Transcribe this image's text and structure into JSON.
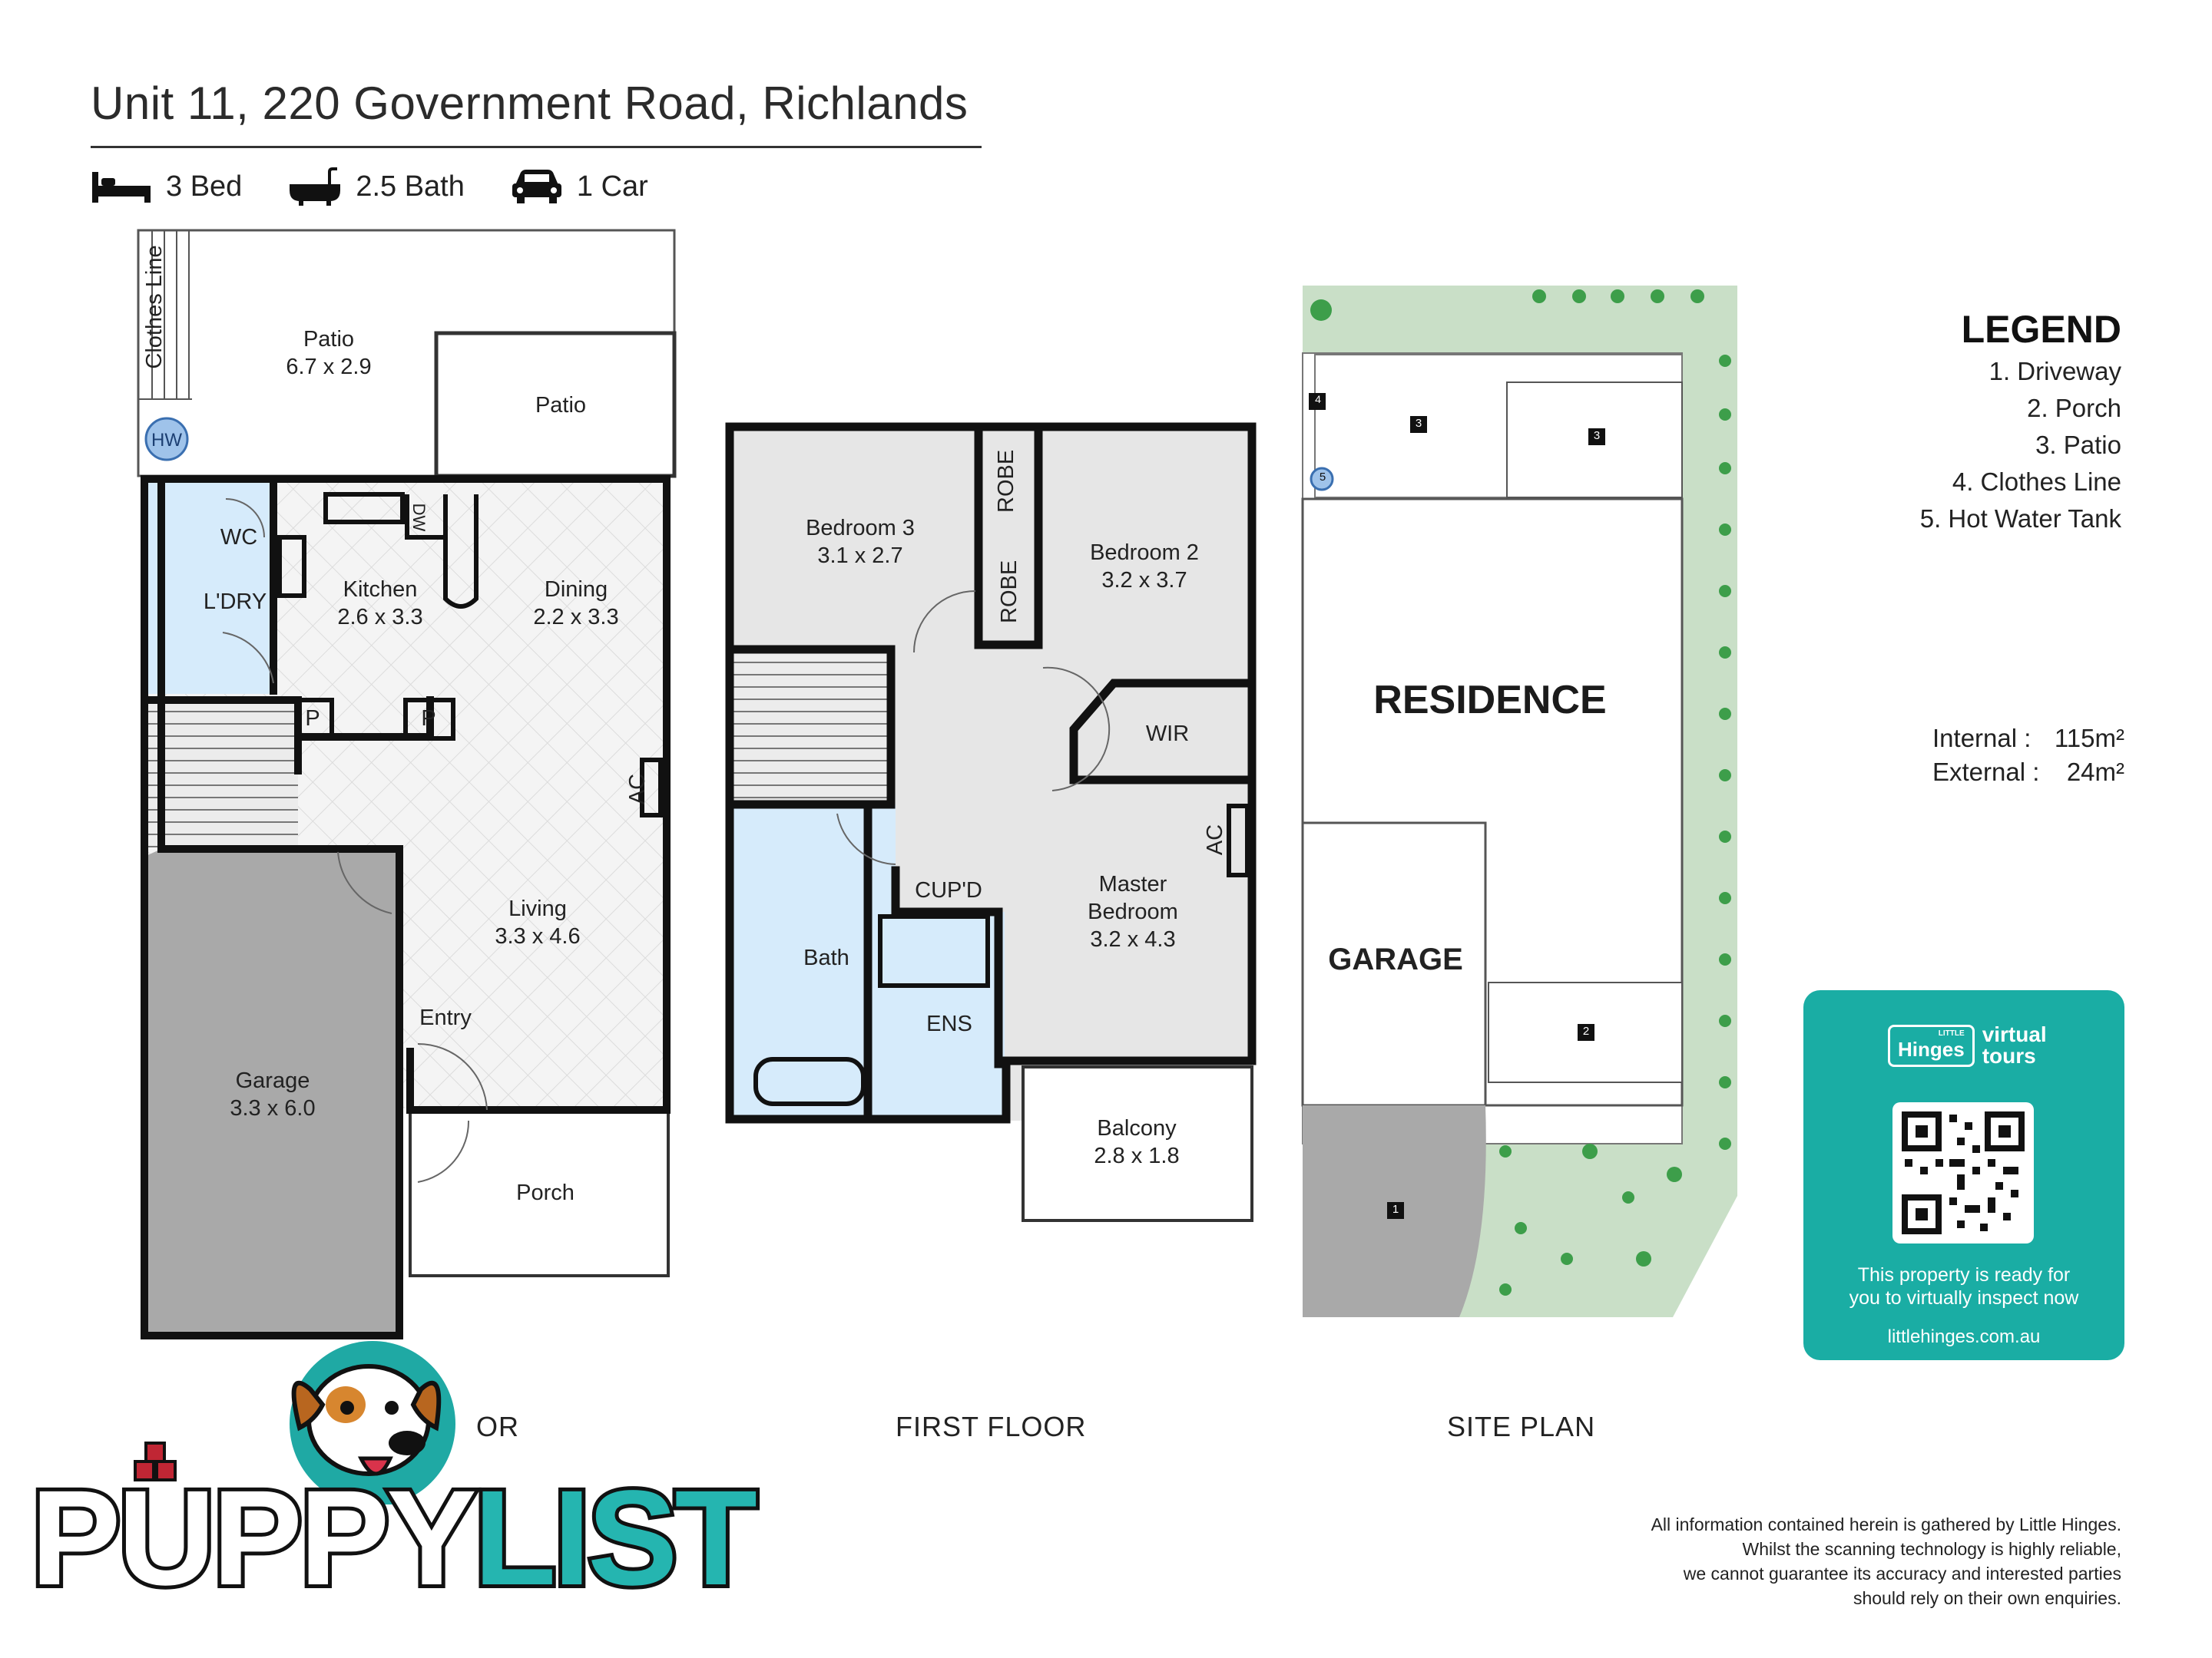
{
  "header": {
    "title": "Unit 11, 220 Government Road, Richlands",
    "beds": "3 Bed",
    "baths": "2.5 Bath",
    "cars": "1 Car"
  },
  "ground_floor": {
    "label": "OR",
    "rooms": {
      "patio_main": "Patio\n6.7 x 2.9",
      "patio_side": "Patio",
      "clothes_line": "Clothes Line",
      "hw": "HW",
      "wc": "WC",
      "laundry": "L'DRY",
      "kitchen": "Kitchen\n2.6 x 3.3",
      "dw": "DW",
      "dining": "Dining\n2.2 x 3.3",
      "pantry1": "P",
      "pantry2": "P",
      "ac": "AC",
      "living": "Living\n3.3 x 4.6",
      "entry": "Entry",
      "garage": "Garage\n3.3 x 6.0",
      "porch": "Porch"
    }
  },
  "first_floor": {
    "label": "FIRST FLOOR",
    "rooms": {
      "bed3": "Bedroom 3\n3.1 x 2.7",
      "robe1": "ROBE",
      "robe2": "ROBE",
      "bed2": "Bedroom 2\n3.2 x 3.7",
      "wir": "WIR",
      "ac": "AC",
      "master": "Master\nBedroom\n3.2 x 4.3",
      "cupd": "CUP'D",
      "bath": "Bath",
      "ens": "ENS",
      "balcony": "Balcony\n2.8 x 1.8"
    }
  },
  "site_plan": {
    "label": "SITE PLAN",
    "residence": "RESIDENCE",
    "garage": "GARAGE",
    "markers": [
      "1",
      "2",
      "3",
      "3",
      "4",
      "5"
    ]
  },
  "legend": {
    "title": "LEGEND",
    "items": [
      "1. Driveway",
      "2. Porch",
      "3. Patio",
      "4. Clothes Line",
      "5. Hot Water Tank"
    ]
  },
  "area": {
    "internal_label": "Internal  :",
    "internal_value": "115m²",
    "external_label": "External :",
    "external_value": "24m²"
  },
  "little_hinges": {
    "logo_small": "LITTLE",
    "logo_brand": "Hinges",
    "logo_text": "virtual tours",
    "line1": "This property is ready for",
    "line2": "you to virtually inspect now",
    "url": "littlehinges.com.au"
  },
  "disclaimer": [
    "All information contained herein is gathered by Little Hinges.",
    "Whilst the scanning technology is highly reliable,",
    "we cannot guarantee its accuracy and interested parties",
    "should rely on their own enquiries."
  ],
  "brand": {
    "part1": "PUPPY",
    "part2": "LIST"
  },
  "colors": {
    "wet_area": "#d6ebfb",
    "floor_grey": "#e6e6e6",
    "garage_grey": "#a9a9a9",
    "lawn": "#c9dfc7",
    "card_teal": "#1aada4",
    "brand_teal": "#25b5b0"
  }
}
